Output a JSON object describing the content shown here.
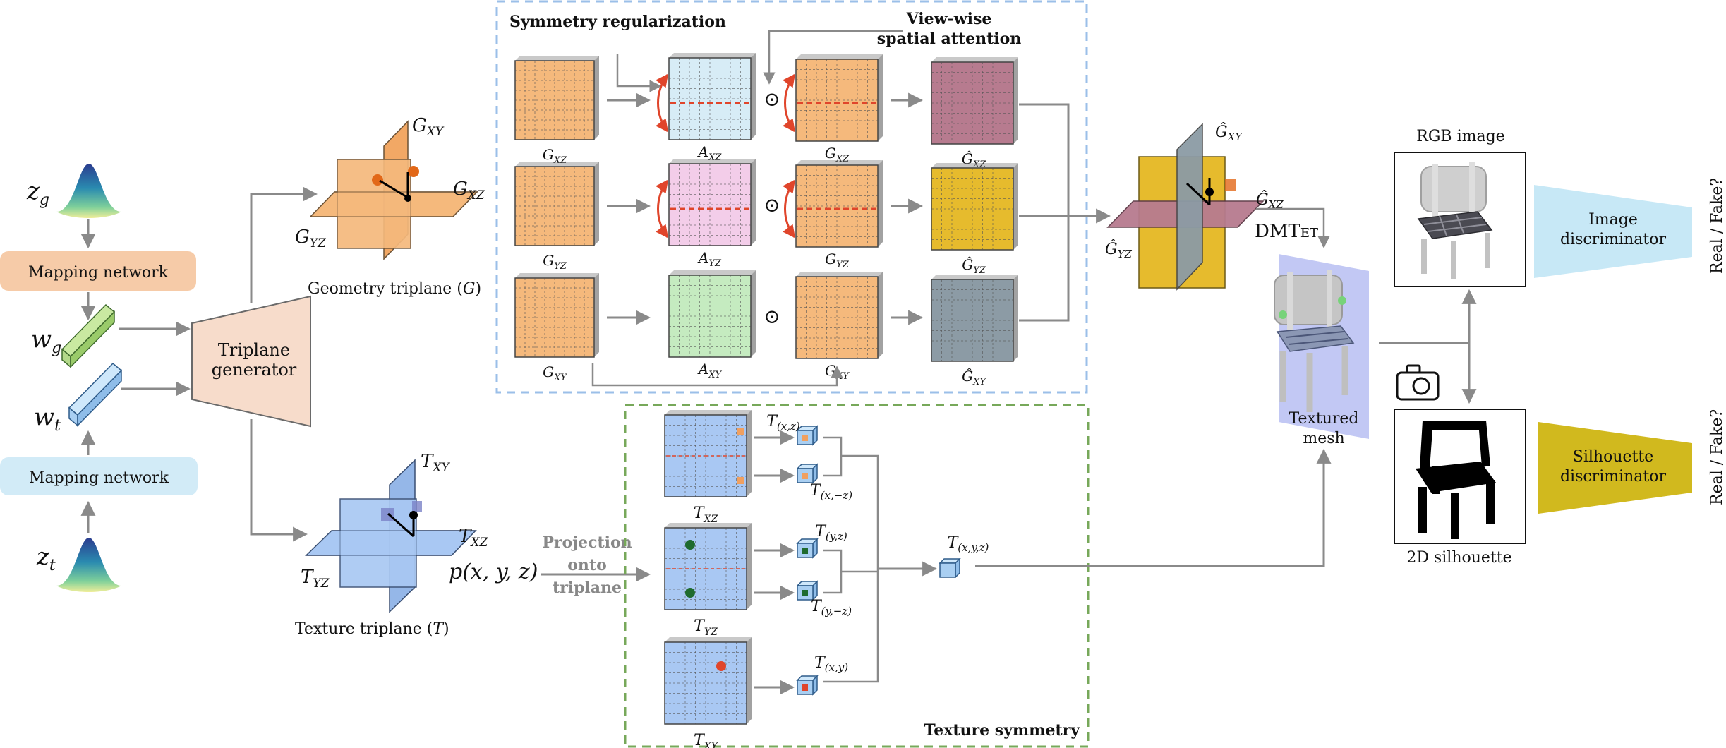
{
  "latent": {
    "z_g": "z",
    "z_g_sub": "g",
    "z_t": "z",
    "z_t_sub": "t",
    "w_g": "w",
    "w_g_sub": "g",
    "w_t": "w",
    "w_t_sub": "t"
  },
  "mapping_top": "Mapping network",
  "mapping_bottom": "Mapping network",
  "generator": {
    "line1": "Triplane",
    "line2": "generator"
  },
  "geometry_triplane": {
    "caption": "Geometry triplane (",
    "sym": "G",
    "close": ")",
    "xy": "G",
    "xy_sub": "XY",
    "xz": "G",
    "xz_sub": "XZ",
    "yz": "G",
    "yz_sub": "YZ"
  },
  "texture_triplane": {
    "caption": "Texture triplane (",
    "sym": "T",
    "close": ")",
    "xy": "T",
    "xy_sub": "XY",
    "xz": "T",
    "xz_sub": "XZ",
    "yz": "T",
    "yz_sub": "YZ",
    "point": "p(x, y, z)"
  },
  "symmetry": {
    "title": "Symmetry regularization",
    "attention1": "View-wise",
    "attention2": "spatial attention",
    "odot": "⊙",
    "rows": [
      {
        "g": "G",
        "g_sub": "XZ",
        "a": "A",
        "a_sub": "XZ",
        "gh": "Ĝ",
        "gh_sub": "XZ"
      },
      {
        "g": "G",
        "g_sub": "YZ",
        "a": "A",
        "a_sub": "YZ",
        "gh": "Ĝ",
        "gh_sub": "YZ"
      },
      {
        "g": "G",
        "g_sub": "XY",
        "a": "A",
        "a_sub": "XY",
        "gh": "Ĝ",
        "gh_sub": "XY"
      }
    ]
  },
  "projection": {
    "line1": "Projection",
    "line2": "onto",
    "line3": "triplane"
  },
  "texture_symmetry": {
    "title": "Texture symmetry",
    "planes": [
      {
        "t": "T",
        "sub": "XZ"
      },
      {
        "t": "T",
        "sub": "YZ"
      },
      {
        "t": "T",
        "sub": "XY"
      }
    ],
    "samples": [
      "T",
      "T",
      "T",
      "T",
      "T"
    ],
    "sample_subs": [
      "(x,z)",
      "(x,−z)",
      "(y,z)",
      "(y,−z)",
      "(x,y)"
    ],
    "output": "T",
    "output_sub": "(x,y,z)"
  },
  "symmetric_triplane": {
    "xy": "Ĝ",
    "xy_sub": "XY",
    "xz": "Ĝ",
    "xz_sub": "XZ",
    "yz": "Ĝ",
    "yz_sub": "YZ"
  },
  "dmtet": {
    "main": "DMT",
    "small": "ET"
  },
  "mesh": {
    "line1": "Textured",
    "line2": "mesh"
  },
  "rgb_image": "RGB image",
  "silhouette": "2D silhouette",
  "image_disc": {
    "line1": "Image",
    "line2": "discriminator"
  },
  "sil_disc": {
    "line1": "Silhouette",
    "line2": "discriminator"
  },
  "real_fake_top": "Real / Fake?",
  "real_fake_bottom": "Real / Fake?",
  "colors": {
    "orange": "#f5b97c",
    "blue": "#a9c8f3",
    "peach": "#f7dccb",
    "mapping_orange": "#f6cba8",
    "mapping_blue": "#d2ebf7",
    "img_disc": "#c7e8f6",
    "sil_disc": "#d1b91e",
    "gold": "#e6bb2d",
    "maroon": "#b77b8f",
    "slate": "#8c9ba5",
    "att_blue": "#d7ecf6",
    "att_pink": "#f3cde9",
    "att_green": "#c5ebc0"
  }
}
